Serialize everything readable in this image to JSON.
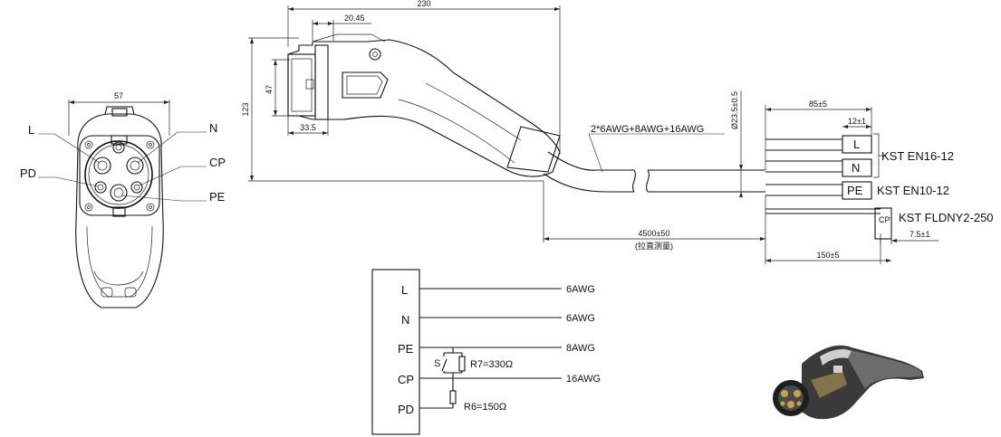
{
  "front_view": {
    "width_dim": "57",
    "pin_labels": {
      "L": "L",
      "N": "N",
      "PD": "PD",
      "CP": "CP",
      "PE": "PE"
    }
  },
  "side_view": {
    "dim_overall": "230",
    "dim_latch": "20.45",
    "dim_height": "123",
    "dim_face": "47",
    "dim_depth": "33.5",
    "cable_spec": "2*6AWG+8AWG+16AWG",
    "cable_dia": "Ø23.5±0.5",
    "cable_length": "4500±50",
    "cable_length_note": "(拉直测量)"
  },
  "terminations": {
    "strip_len": "85±5",
    "term_len": "12±1",
    "cp_len": "150±5",
    "cp_strip": "7.5±1",
    "wires": [
      {
        "mark": "L"
      },
      {
        "mark": "N"
      },
      {
        "mark": "PE"
      },
      {
        "mark": "CP"
      }
    ],
    "terminal_types": [
      "KST EN16-12",
      "KST EN10-12",
      "KST FLDNY2-250"
    ]
  },
  "schematic": {
    "pins": [
      "L",
      "N",
      "PE",
      "CP",
      "PD"
    ],
    "wire_gauges": [
      "6AWG",
      "6AWG",
      "8AWG",
      "16AWG"
    ],
    "switch_label": "S",
    "r7_label": "R7=330Ω",
    "r6_label": "R6=150Ω"
  }
}
